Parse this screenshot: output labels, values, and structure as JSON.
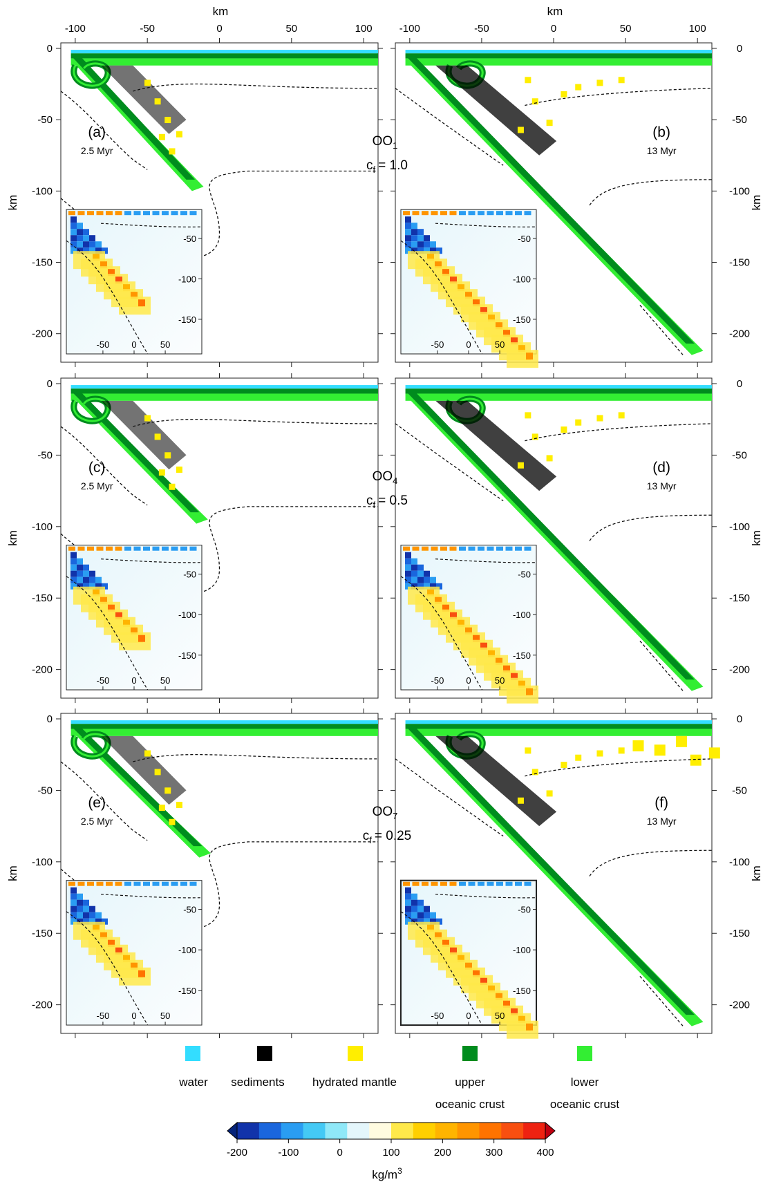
{
  "axes": {
    "x_title": "km",
    "y_title": "km",
    "x_ticks": [
      "-100",
      "-50",
      "0",
      "50",
      "100"
    ],
    "y_ticks": [
      "0",
      "-50",
      "-100",
      "-150",
      "-200"
    ],
    "inset_x_ticks": [
      "-50",
      "0",
      "50"
    ],
    "inset_y_ticks": [
      "-50",
      "-100",
      "-150"
    ]
  },
  "panels": [
    {
      "label": "(a)",
      "time": "2.5 Myr"
    },
    {
      "label": "(b)",
      "time": "13 Myr"
    },
    {
      "label": "(c)",
      "time": "2.5 Myr"
    },
    {
      "label": "(d)",
      "time": "13 Myr"
    },
    {
      "label": "(e)",
      "time": "2.5 Myr"
    },
    {
      "label": "(f)",
      "time": "13 Myr"
    }
  ],
  "models": [
    {
      "name": "OO",
      "sub": "1",
      "cf_label": "c",
      "cf_sub": "f",
      "cf_value": "= 1.0"
    },
    {
      "name": "OO",
      "sub": "4",
      "cf_label": "c",
      "cf_sub": "f",
      "cf_value": "= 0.5"
    },
    {
      "name": "OO",
      "sub": "7",
      "cf_label": "c",
      "cf_sub": "f",
      "cf_value": "= 0.25"
    }
  ],
  "materials": [
    {
      "label": "water",
      "label2": "",
      "color": "#33ddff"
    },
    {
      "label": "sediments",
      "label2": "",
      "color": "#000000"
    },
    {
      "label": "hydrated mantle",
      "label2": "",
      "color": "#ffee00"
    },
    {
      "label": "upper",
      "label2": "oceanic crust",
      "color": "#008c1e"
    },
    {
      "label": "lower",
      "label2": "oceanic crust",
      "color": "#33ee33"
    }
  ],
  "colorbar": {
    "unit": "kg/m",
    "unit_sup": "3",
    "tick_labels": [
      "-200",
      "-100",
      "0",
      "100",
      "200",
      "300",
      "400"
    ],
    "colors": [
      "#1133aa",
      "#1a66dd",
      "#2a9df2",
      "#44c9f5",
      "#8fe8f8",
      "#e4f6fb",
      "#fffbe0",
      "#ffe94a",
      "#ffd000",
      "#ffb400",
      "#ff9500",
      "#ff7300",
      "#f84f10",
      "#ee2211"
    ],
    "low_color": "#06247a",
    "high_color": "#c00010"
  }
}
